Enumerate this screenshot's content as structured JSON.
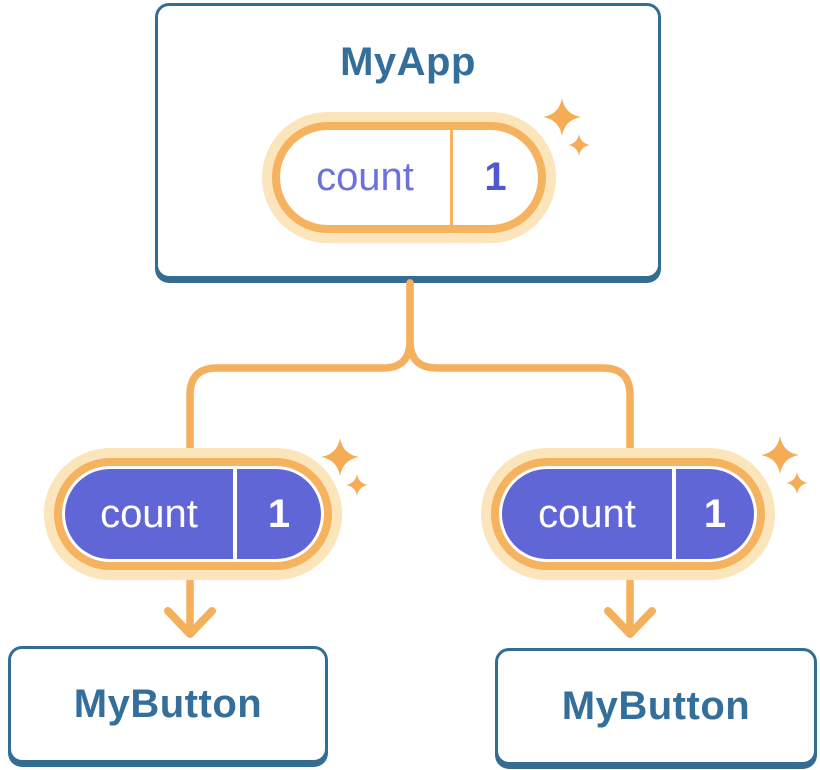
{
  "diagram": {
    "root": {
      "title": "MyApp",
      "state_pill": {
        "key": "count",
        "value": "1"
      }
    },
    "children": [
      {
        "title": "MyButton",
        "props_pill": {
          "key": "count",
          "value": "1"
        }
      },
      {
        "title": "MyButton",
        "props_pill": {
          "key": "count",
          "value": "1"
        }
      }
    ],
    "colors": {
      "card_border_blue": "#336E92",
      "title_text_blue": "#346E9B",
      "connector_orange": "#F5B05E",
      "pill_ring_orange": "#F6B35F",
      "pill_halo_peach": "#FCE4BB",
      "pill_fill_indigo": "#6166D6",
      "state_key_purple": "#6A72DB",
      "state_value_purple": "#5157CE",
      "sparkle_orange": "#F5AC55"
    }
  }
}
